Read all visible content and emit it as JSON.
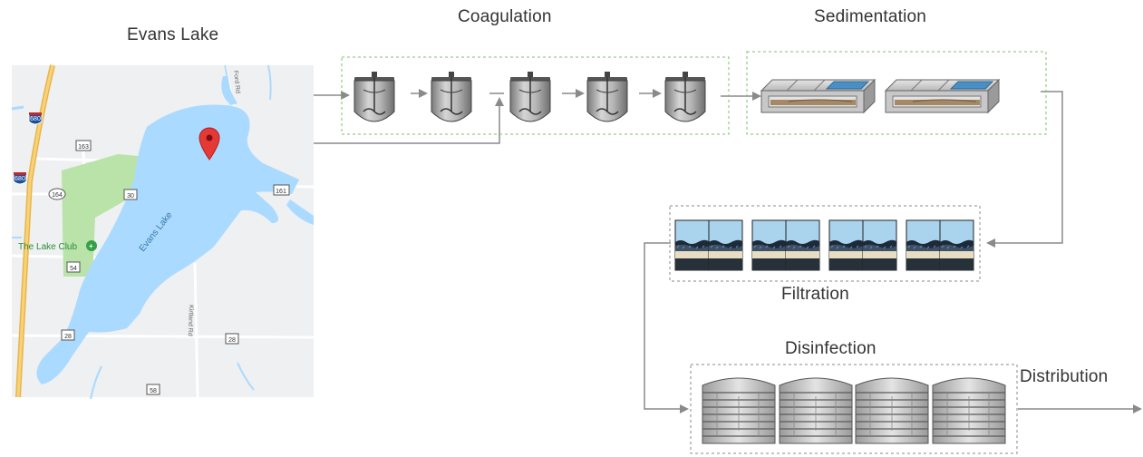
{
  "map": {
    "title": "Evans Lake",
    "lake_label": "Evans Lake",
    "poi_label": "The Lake Club",
    "road_shields": [
      "680",
      "680",
      "163",
      "164",
      "30",
      "161",
      "54",
      "28",
      "28",
      "58"
    ],
    "road_names": [
      "Ford Rd",
      "Kirtland Rd"
    ],
    "colors": {
      "water": "#aadaff",
      "land": "#eef0f1",
      "park": "#b9e3a8",
      "marker": "#e53935",
      "highway": "#f6c55a"
    }
  },
  "stages": {
    "coagulation": "Coagulation",
    "sedimentation": "Sedimentation",
    "filtration": "Filtration",
    "disinfection": "Disinfection",
    "distribution": "Distribution"
  },
  "colors": {
    "arrow": "#8a8a8a",
    "green_box": "#7cc06a",
    "gray_box": "#8a8a8a",
    "sky": "#aad4ee",
    "tank_metal": "#a9a9a9"
  },
  "icons": [
    "map-pin-icon",
    "mixing-tank-icon",
    "sedimentation-basin-icon",
    "filter-bed-icon",
    "storage-tank-icon",
    "arrow-icon"
  ]
}
